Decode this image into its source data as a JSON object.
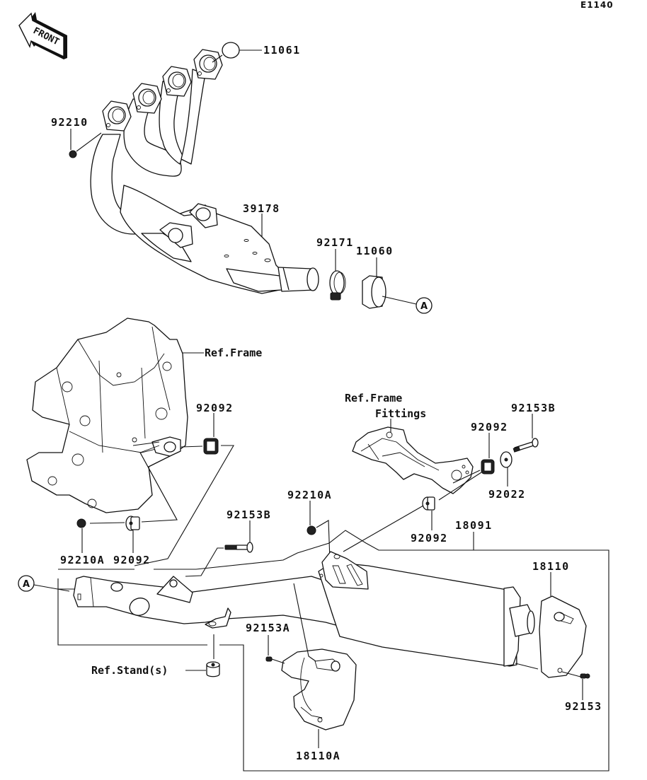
{
  "diagram": {
    "code": "E1140",
    "front_label": "FRONT",
    "connector_ref": "A",
    "parts": {
      "gasket": "11061",
      "nut_header": "92210",
      "header_pipe": "39178",
      "clamp": "92171",
      "gasket_connector": "11060",
      "frame_ref": "Ref.Frame",
      "damper_upper": "92092",
      "nut_lower": "92210A",
      "damper_lower": "92092",
      "frame_fittings_ref_line1": "Ref.Frame",
      "frame_fittings_ref_line2": "Fittings",
      "bolt_upper_right": "92153B",
      "damper_right": "92092",
      "washer": "92022",
      "nut_middle": "92210A",
      "damper_mid_right": "92092",
      "bolt_middle": "92153B",
      "muffler": "18091",
      "muffler_end_cover": "18110",
      "bolt_small_a": "92153A",
      "stand_ref": "Ref.Stand(s)",
      "bolt_small": "92153",
      "heat_cover": "18110A"
    }
  }
}
